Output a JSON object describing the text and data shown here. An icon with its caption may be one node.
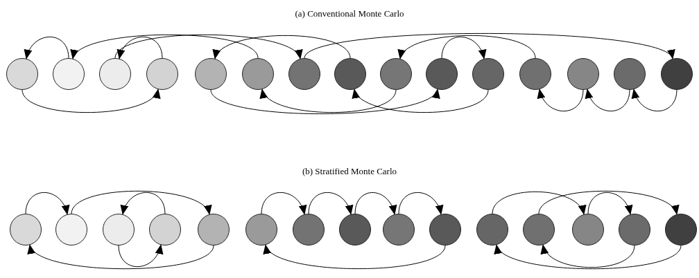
{
  "diagram": {
    "labels": [
      "(a) Conventional Monte Carlo",
      "(b) Stratified Monte Carlo"
    ],
    "nodes": [
      {
        "text": [],
        "shape": "circle"
      },
      {
        "text": [],
        "shape": "circle"
      },
      {
        "text": [],
        "shape": "circle"
      },
      {
        "text": [],
        "shape": "circle"
      },
      {
        "text": [],
        "shape": "circle"
      },
      {
        "text": [],
        "shape": "circle"
      },
      {
        "text": [],
        "shape": "circle"
      },
      {
        "text": [],
        "shape": "circle"
      },
      {
        "text": [],
        "shape": "circle"
      },
      {
        "text": [],
        "shape": "circle"
      },
      {
        "text": [],
        "shape": "circle"
      },
      {
        "text": [],
        "shape": "circle"
      },
      {
        "text": [],
        "shape": "circle"
      },
      {
        "text": [],
        "shape": "circle"
      },
      {
        "text": [],
        "shape": "circle"
      },
      {
        "text": [],
        "shape": "circle"
      },
      {
        "text": [],
        "shape": "circle"
      },
      {
        "text": [],
        "shape": "circle"
      },
      {
        "text": [],
        "shape": "circle"
      },
      {
        "text": [],
        "shape": "circle"
      },
      {
        "text": [],
        "shape": "circle"
      },
      {
        "text": [],
        "shape": "circle"
      },
      {
        "text": [],
        "shape": "circle"
      },
      {
        "text": [],
        "shape": "circle"
      },
      {
        "text": [],
        "shape": "circle"
      },
      {
        "text": [],
        "shape": "circle"
      },
      {
        "text": [],
        "shape": "circle"
      },
      {
        "text": [],
        "shape": "circle"
      },
      {
        "text": [],
        "shape": "circle"
      },
      {
        "text": [],
        "shape": "circle"
      }
    ],
    "edges": [
      {
        "from": 1,
        "to": 0,
        "arrow": "to"
      },
      {
        "from": 0,
        "to": 3,
        "arrow": "to"
      },
      {
        "from": 3,
        "to": 2,
        "arrow": "to"
      },
      {
        "from": 2,
        "to": 6,
        "arrow": "to"
      },
      {
        "from": 6,
        "to": 14,
        "arrow": "to"
      },
      {
        "from": 14,
        "to": 13,
        "arrow": "to"
      },
      {
        "from": 13,
        "to": 12,
        "arrow": "to"
      },
      {
        "from": 12,
        "to": 11,
        "arrow": "to"
      },
      {
        "from": 11,
        "to": 8,
        "arrow": "to"
      },
      {
        "from": 8,
        "to": 5,
        "arrow": "to"
      },
      {
        "from": 5,
        "to": 1,
        "arrow": "to"
      },
      {
        "from": 4,
        "to": 9,
        "arrow": "to"
      },
      {
        "from": 9,
        "to": 10,
        "arrow": "to"
      },
      {
        "from": 10,
        "to": 7,
        "arrow": "to"
      },
      {
        "from": 7,
        "to": 4,
        "arrow": "to"
      },
      {
        "from": 15,
        "to": 16,
        "arrow": "to"
      },
      {
        "from": 16,
        "to": 19,
        "arrow": "to"
      },
      {
        "from": 19,
        "to": 15,
        "arrow": "to"
      },
      {
        "from": 18,
        "to": 17,
        "arrow": "to"
      },
      {
        "from": 17,
        "to": 18,
        "arrow": "to"
      },
      {
        "from": 20,
        "to": 21,
        "arrow": "to"
      },
      {
        "from": 21,
        "to": 22,
        "arrow": "to"
      },
      {
        "from": 22,
        "to": 23,
        "arrow": "to"
      },
      {
        "from": 23,
        "to": 24,
        "arrow": "to"
      },
      {
        "from": 24,
        "to": 20,
        "arrow": "to"
      },
      {
        "from": 25,
        "to": 27,
        "arrow": "to"
      },
      {
        "from": 27,
        "to": 28,
        "arrow": "to"
      },
      {
        "from": 28,
        "to": 26,
        "arrow": "to"
      },
      {
        "from": 26,
        "to": 29,
        "arrow": "to"
      },
      {
        "from": 29,
        "to": 25,
        "arrow": "to"
      }
    ]
  }
}
